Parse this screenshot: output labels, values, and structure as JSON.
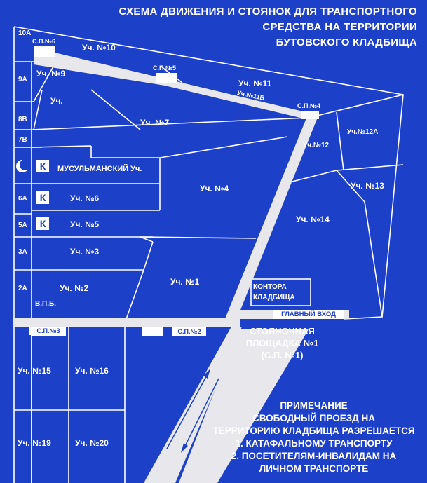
{
  "title": {
    "line1": "СХЕМА ДВИЖЕНИЯ И СТОЯНОК ДЛЯ ТРАНСПОРТНОГО",
    "line2": "СРЕДСТВА НА ТЕРРИТОРИИ",
    "line3": "БУТОВСКОГО КЛАДБИЩА"
  },
  "rows": {
    "r10a": "10А",
    "r9a": "9А",
    "r8b": "8В",
    "r7b": "7В",
    "r6a": "6А",
    "r5a": "5А",
    "r3a": "3А",
    "r2a": "2А"
  },
  "k_letter": "К",
  "sections": {
    "s10": "Уч. №10",
    "s9": "Уч. №9",
    "s_unnamed": "Уч.",
    "s11": "Уч. №11",
    "s11b": "Уч.№11Б",
    "s7": "Уч. №7",
    "s12": "Уч.№12",
    "s12a": "Уч.№12А",
    "s13": "Уч. №13",
    "s14": "Уч. №14",
    "muslim": "МУСУЛЬМАНСКИЙ Уч.",
    "s4": "Уч. №4",
    "s6": "Уч. №6",
    "s5": "Уч. №5",
    "s3": "Уч. №3",
    "s2": "Уч. №2",
    "s1": "Уч. №1",
    "vpb": "В.П.Б.",
    "s15": "Уч. №15",
    "s16": "Уч. №16",
    "s19": "Уч. №19",
    "s20": "Уч. №20"
  },
  "stops": {
    "sp6": "С.П.№6",
    "sp5": "С.П.№5",
    "sp4": "С.П.№4",
    "sp3": "С.П.№3",
    "sp2": "С.П.№2"
  },
  "office": {
    "line1": "КОНТОРА",
    "line2": "КЛАДБИЩА"
  },
  "entrance": "ГЛАВНЫЙ ВХОД",
  "parking": {
    "line1": "СТОЯНОЧНАЯ",
    "line2": "ПЛОЩАДКА №1",
    "line3": "(С.П. №1)"
  },
  "note": {
    "head": "ПРИМЕЧАНИЕ",
    "l1": "СВОБОДНЫЙ ПРОЕЗД НА",
    "l2": "ТЕРРИТОРИЮ КЛАДБИЩА РАЗРЕШАЕТСЯ",
    "l3": "1. КАТАФАЛЬНОМУ ТРАНСПОРТУ",
    "l4": "2. ПОСЕТИТЕЛЯМ-ИНВАЛИДАМ НА",
    "l5": "ЛИЧНОМ ТРАНСПОРТЕ"
  },
  "colors": {
    "background": "#1d40c8",
    "lines": "#ffffff",
    "road": "#e8e8ec"
  }
}
